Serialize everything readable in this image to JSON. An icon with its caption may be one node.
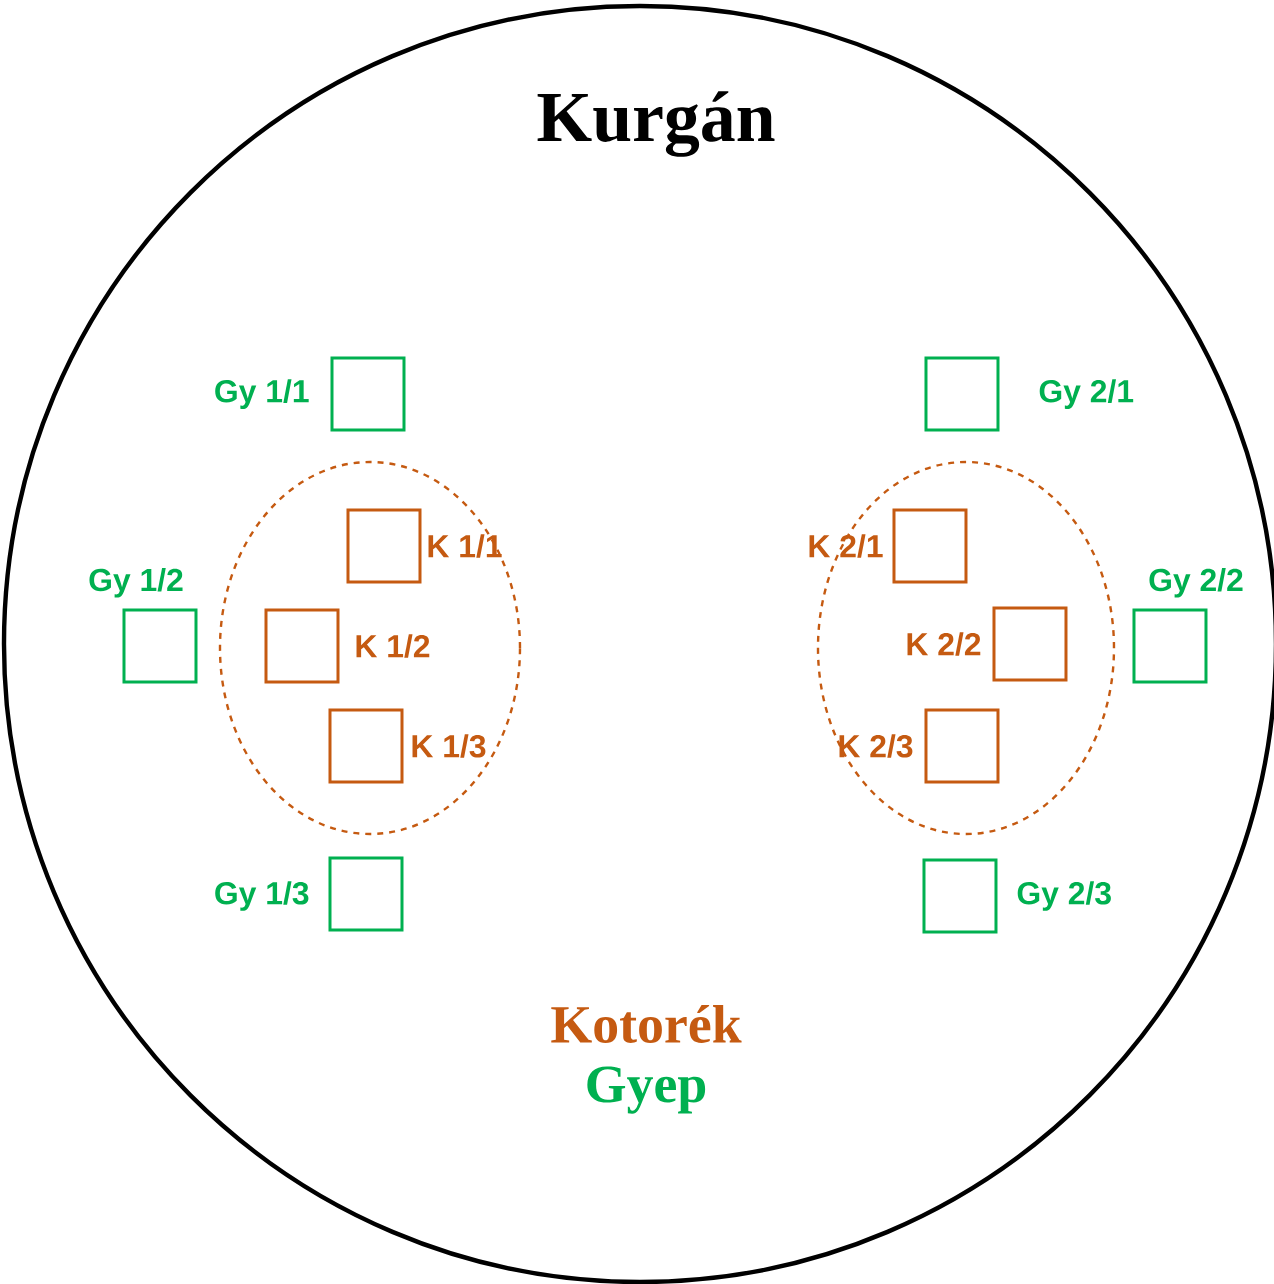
{
  "diagram": {
    "nodes": [
      {
        "text": [
          "Kurgán"
        ]
      },
      {
        "text": [],
        "shape": "box",
        "in": 0,
        "beside": [
          "Gy 1/1"
        ]
      },
      {
        "text": [],
        "shape": "box",
        "in": 0,
        "beside": [
          "Gy 2/1"
        ]
      },
      {
        "text": [],
        "shape": "ellipse",
        "in": 0
      },
      {
        "text": [],
        "shape": "box",
        "in": 3,
        "beside": [
          "K 1/1"
        ]
      },
      {
        "text": [],
        "shape": "box",
        "in": 3,
        "beside": [
          "K 1/2"
        ]
      },
      {
        "text": [],
        "shape": "box",
        "in": 3,
        "beside": [
          "K 1/3"
        ]
      },
      {
        "text": [],
        "shape": "ellipse",
        "in": 0
      },
      {
        "text": [],
        "shape": "box",
        "in": 7,
        "beside": [
          "K 2/1"
        ]
      },
      {
        "text": [],
        "shape": "box",
        "in": 7,
        "beside": [
          "K 2/2"
        ]
      },
      {
        "text": [],
        "shape": "box",
        "in": 7,
        "beside": [
          "K 2/3"
        ]
      },
      {
        "text": [],
        "shape": "box",
        "in": 0,
        "beside": [
          "Gy 1/2"
        ]
      },
      {
        "text": [],
        "shape": "box",
        "in": 0,
        "beside": [
          "Gy 2/2"
        ]
      },
      {
        "text": [],
        "shape": "box",
        "in": 0,
        "beside": [
          "Gy 1/3"
        ]
      },
      {
        "text": [],
        "shape": "box",
        "in": 0,
        "beside": [
          "Gy 2/3"
        ]
      }
    ],
    "legend": [
      {
        "text": "Kotorék",
        "color": "#c55a11"
      },
      {
        "text": "Gyep",
        "color": "#00b050"
      }
    ]
  }
}
